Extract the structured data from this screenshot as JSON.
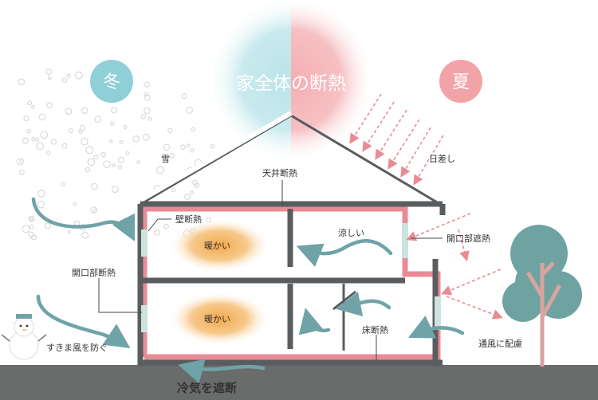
{
  "title": "家全体の断熱",
  "season_winter": "冬",
  "season_summer": "夏",
  "labels": {
    "snow": "雪",
    "sunlight": "日差し",
    "ceiling_insulation": "天井断熱",
    "wall_insulation": "壁断熱",
    "cool": "涼しい",
    "opening_shading": "開口部遮熱",
    "opening_insulation": "開口部断熱",
    "warm_upper": "暖かい",
    "warm_lower": "暖かい",
    "floor_insulation": "床断熱",
    "ventilation": "通風に配慮",
    "draft_block": "すきま風を防ぐ",
    "cold_block": "冷気を遮断"
  },
  "colors": {
    "winter": "#8fd0d8",
    "summer": "#f2a3a7",
    "insulation": "#e98b95",
    "wall": "#5a5d5f",
    "warm": "#f2b25a",
    "airflow": "#6fa3a7",
    "tree": "#6fa3a1",
    "trunk": "#d9a3a0"
  }
}
